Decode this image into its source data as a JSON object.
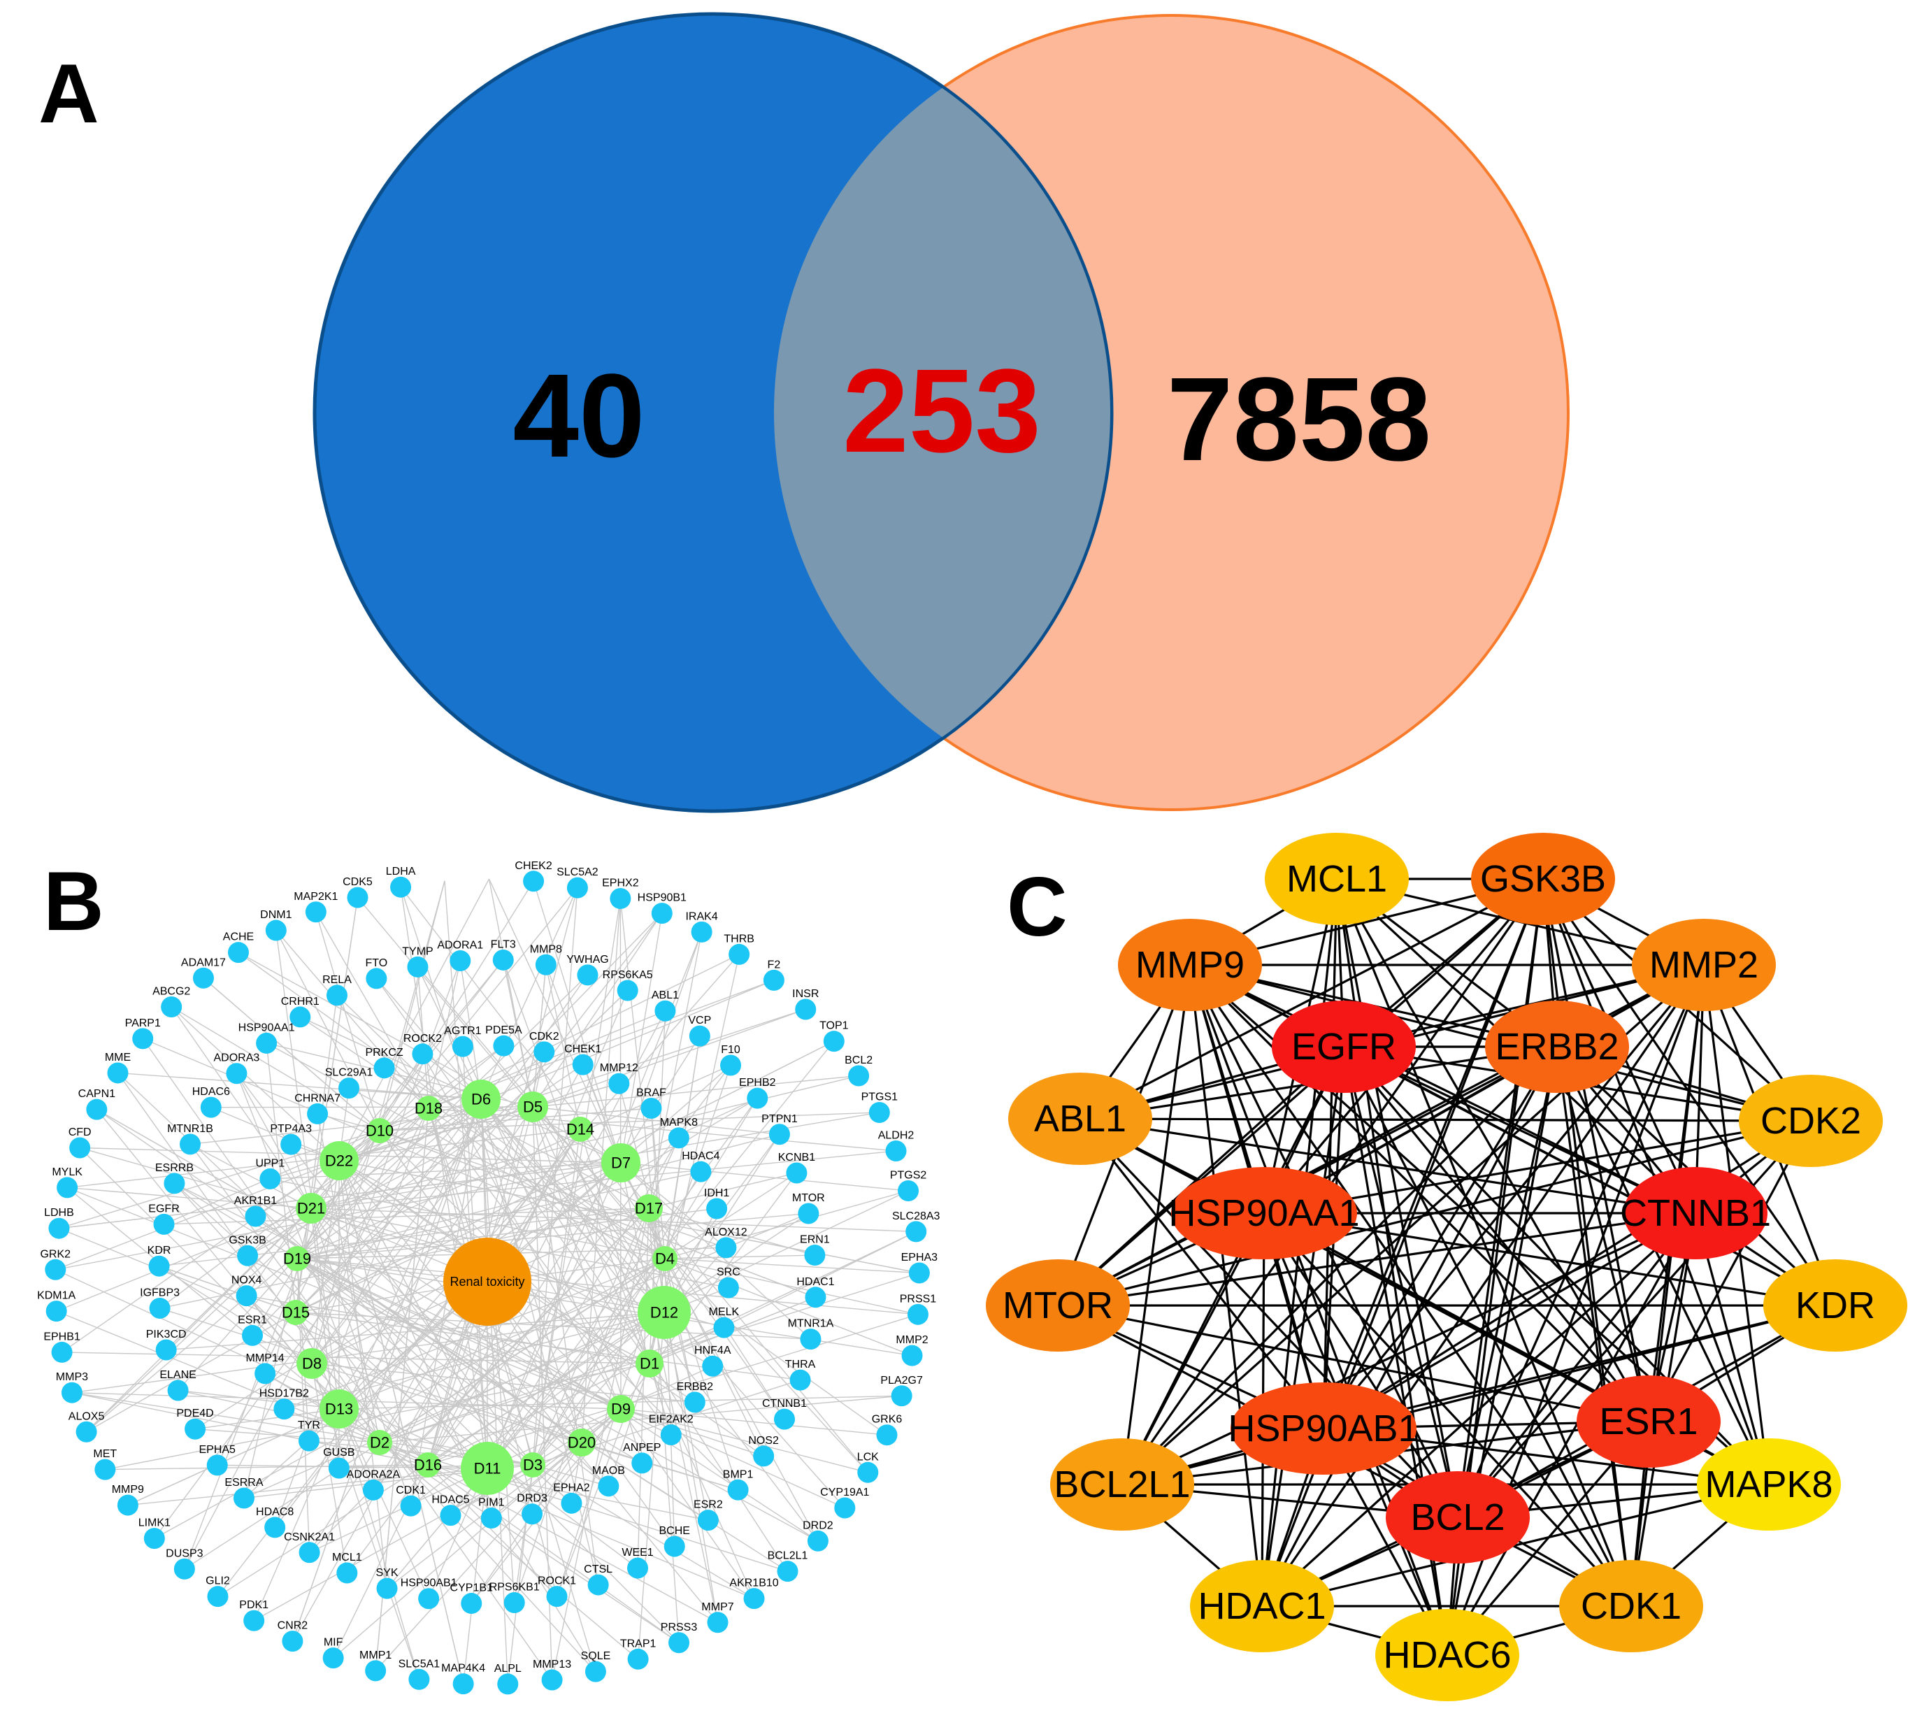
{
  "panels": {
    "a": "A",
    "b": "B",
    "c": "C"
  },
  "venn": {
    "left_only": "40",
    "overlap": "253",
    "right_only": "7858",
    "colors": {
      "left": "#1873cc",
      "right": "#fdb89a",
      "overlap": "#7a99b0",
      "overlap_text": "#e00000",
      "text": "#000000"
    }
  },
  "network_b": {
    "center": "Renal toxicity",
    "colors": {
      "center": "#f59200",
      "drug": "#80f56a",
      "target": "#1cc7f5",
      "edge": "#c8c8c8"
    },
    "drugs": [
      "D6",
      "D5",
      "D18",
      "D10",
      "D14",
      "D22",
      "D7",
      "D21",
      "D17",
      "D19",
      "D4",
      "D15",
      "D12",
      "D8",
      "D1",
      "D13",
      "D9",
      "D2",
      "D20",
      "D16",
      "D11",
      "D3"
    ],
    "targets": [
      "PDE5A",
      "CDK2",
      "CHEK1",
      "MMP12",
      "BRAF",
      "MAPK8",
      "HDAC4",
      "IDH1",
      "ALOX12",
      "SRC",
      "MELK",
      "HNF4A",
      "ERBB2",
      "EIF2AK2",
      "ANPEP",
      "MAOB",
      "EPHA2",
      "DRD3",
      "PIM1",
      "HDAC5",
      "CDK1",
      "ADORA2A",
      "GUSB",
      "TYR",
      "HSD17B2",
      "MMP14",
      "ESR1",
      "NOX4",
      "GSK3B",
      "AKR1B1",
      "UPP1",
      "PTP4A3",
      "CHRNA7",
      "SLC29A1",
      "PRKCZ",
      "ROCK2",
      "AGTR1",
      "FLT3",
      "MMP8",
      "YWHAG",
      "RPS6KA5",
      "ABL1",
      "VCP",
      "F10",
      "EPHB2",
      "PTPN1",
      "KCNB1",
      "MTOR",
      "ERN1",
      "HDAC1",
      "MTNR1A",
      "THRA",
      "CTNNB1",
      "NOS2",
      "BMP1",
      "ESR2",
      "BCHE",
      "WEE1",
      "CTSL",
      "ROCK1",
      "RPS6KB1",
      "CYP1B1",
      "HSP90AB1",
      "SYK",
      "MCL1",
      "CSNK2A1",
      "HDAC8",
      "ESRRA",
      "EPHA5",
      "PDE4D",
      "ELANE",
      "PIK3CD",
      "IGFBP3",
      "KDR",
      "EGFR",
      "ESRRB",
      "MTNR1B",
      "HDAC6",
      "ADORA3",
      "HSP90AA1",
      "CRHR1",
      "RELA",
      "FTO",
      "TYMP",
      "ADORA1",
      "CHEK2",
      "SLC5A2",
      "EPHX2",
      "HSP90B1",
      "IRAK4",
      "THRB",
      "F2",
      "INSR",
      "TOP1",
      "BCL2",
      "PTGS1",
      "ALDH2",
      "PTGS2",
      "SLC28A3",
      "EPHA3",
      "PRSS1",
      "MMP2",
      "PLA2G7",
      "GRK6",
      "LCK",
      "CYP19A1",
      "DRD2",
      "BCL2L1",
      "AKR1B10",
      "MMP7",
      "PRSS3",
      "TRAP1",
      "SQLE",
      "MMP13",
      "ALPL",
      "MAP4K4",
      "SLC5A1",
      "MMP1",
      "MIF",
      "CNR2",
      "PDK1",
      "GLI2",
      "DUSP3",
      "LIMK1",
      "MMP9",
      "MET",
      "ALOX5",
      "MMP3",
      "EPHB1",
      "KDM1A",
      "GRK2",
      "LDHB",
      "MYLK",
      "CFD",
      "CAPN1",
      "MME",
      "PARP1",
      "ABCG2",
      "ADAM17",
      "ACHE",
      "DNM1",
      "MAP2K1",
      "CDK5",
      "LDHA"
    ]
  },
  "network_c": {
    "nodes": [
      {
        "label": "MCL1",
        "color": "#fcc400"
      },
      {
        "label": "GSK3B",
        "color": "#f76a0a"
      },
      {
        "label": "MMP9",
        "color": "#f6780f"
      },
      {
        "label": "MMP2",
        "color": "#f8860f"
      },
      {
        "label": "EGFR",
        "color": "#f51616"
      },
      {
        "label": "ERBB2",
        "color": "#f76412"
      },
      {
        "label": "ABL1",
        "color": "#f89a12"
      },
      {
        "label": "CDK2",
        "color": "#fbb60a"
      },
      {
        "label": "HSP90AA1",
        "color": "#f84210"
      },
      {
        "label": "CTNNB1",
        "color": "#f51a16"
      },
      {
        "label": "MTOR",
        "color": "#f6800e"
      },
      {
        "label": "KDR",
        "color": "#fbb800"
      },
      {
        "label": "HSP90AB1",
        "color": "#f84a10"
      },
      {
        "label": "ESR1",
        "color": "#f63216"
      },
      {
        "label": "BCL2L1",
        "color": "#f99e0e"
      },
      {
        "label": "MAPK8",
        "color": "#fce200"
      },
      {
        "label": "BCL2",
        "color": "#f52616"
      },
      {
        "label": "HDAC1",
        "color": "#fbc400"
      },
      {
        "label": "CDK1",
        "color": "#f9a80a"
      },
      {
        "label": "HDAC6",
        "color": "#fcd000"
      }
    ]
  }
}
